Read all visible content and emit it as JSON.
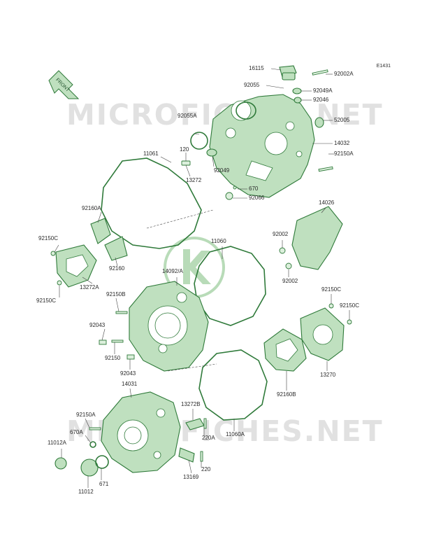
{
  "diagram": {
    "code": "E1431",
    "front_label": "FRONT",
    "watermark": "MICROFICHES.NET",
    "brand": "Kawasaki",
    "colors": {
      "part_fill": "#bfe0bf",
      "part_stroke": "#2f7a3a",
      "leader": "#444444",
      "watermark": "#c8c8c8",
      "logo": "#7fbf7f"
    },
    "labels": [
      {
        "id": "p16115",
        "text": "16115"
      },
      {
        "id": "p92002A",
        "text": "92002A"
      },
      {
        "id": "p92055",
        "text": "92055"
      },
      {
        "id": "p92049A",
        "text": "92049A"
      },
      {
        "id": "p92046",
        "text": "92046"
      },
      {
        "id": "p52005",
        "text": "52005"
      },
      {
        "id": "p14032",
        "text": "14032"
      },
      {
        "id": "p92150A_top",
        "text": "92150A"
      },
      {
        "id": "p92055A",
        "text": "92055A"
      },
      {
        "id": "p11061",
        "text": "11061"
      },
      {
        "id": "p120",
        "text": "120"
      },
      {
        "id": "p92049",
        "text": "92049"
      },
      {
        "id": "p13272",
        "text": "13272"
      },
      {
        "id": "p670",
        "text": "670"
      },
      {
        "id": "p92066",
        "text": "92066"
      },
      {
        "id": "p14026",
        "text": "14026"
      },
      {
        "id": "p92160A",
        "text": "92160A"
      },
      {
        "id": "p92002_a",
        "text": "92002"
      },
      {
        "id": "p92002_b",
        "text": "92002"
      },
      {
        "id": "p92150C_a",
        "text": "92150C"
      },
      {
        "id": "p92160",
        "text": "92160"
      },
      {
        "id": "p11060",
        "text": "11060"
      },
      {
        "id": "p14092A",
        "text": "14092/A"
      },
      {
        "id": "p13272A",
        "text": "13272A"
      },
      {
        "id": "p92150C_b",
        "text": "92150C"
      },
      {
        "id": "p92150B",
        "text": "92150B"
      },
      {
        "id": "p92150C_c",
        "text": "92150C"
      },
      {
        "id": "p92150C_d",
        "text": "92150C"
      },
      {
        "id": "p92043_a",
        "text": "92043"
      },
      {
        "id": "p92150",
        "text": "92150"
      },
      {
        "id": "p92043_b",
        "text": "92043"
      },
      {
        "id": "p13270",
        "text": "13270"
      },
      {
        "id": "p92160B",
        "text": "92160B"
      },
      {
        "id": "p14031",
        "text": "14031"
      },
      {
        "id": "p13272B",
        "text": "13272B"
      },
      {
        "id": "p92150A_bot",
        "text": "92150A"
      },
      {
        "id": "p670A",
        "text": "670A"
      },
      {
        "id": "p220A",
        "text": "220A"
      },
      {
        "id": "p11060A",
        "text": "11060A"
      },
      {
        "id": "p11012A",
        "text": "11012A"
      },
      {
        "id": "p220",
        "text": "220"
      },
      {
        "id": "p671",
        "text": "671"
      },
      {
        "id": "p13169",
        "text": "13169"
      },
      {
        "id": "p11012",
        "text": "11012"
      }
    ]
  }
}
